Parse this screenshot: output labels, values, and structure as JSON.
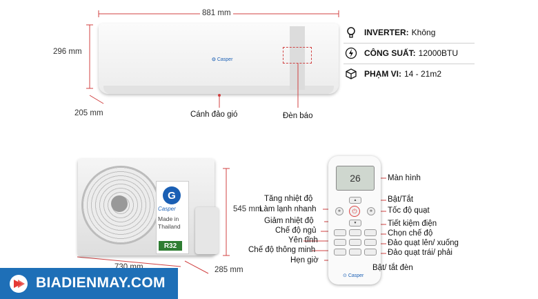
{
  "dimensions": {
    "width_indoor": "881 mm",
    "height_indoor": "296 mm",
    "depth_indoor": "205 mm",
    "height_outdoor": "545 mm",
    "width_outdoor": "730 mm",
    "depth_outdoor": "285 mm"
  },
  "indoor_labels": {
    "vane": "Cánh đảo gió",
    "indicator": "Đèn báo"
  },
  "specs": [
    {
      "key": "INVERTER:",
      "value": "Không",
      "icon": "bulb-icon"
    },
    {
      "key": "CÔNG SUẤT:",
      "value": "12000BTU",
      "icon": "lightning-icon"
    },
    {
      "key": "PHẠM VI:",
      "value": "14 - 21m2",
      "icon": "cube-icon"
    }
  ],
  "outdoor": {
    "brand": "Casper",
    "origin": "Made in Thailand",
    "refrigerant": "R32",
    "logo_letter": "G"
  },
  "indoor_brand": "Casper",
  "remote": {
    "screen_text": "26",
    "brand": "Casper",
    "left_labels": [
      "Tăng nhiệt độ",
      "Làm lạnh nhanh",
      "Giảm nhiệt độ",
      "Chế độ ngủ",
      "Yên tĩnh",
      "Chế độ thông minh",
      "Hẹn giờ"
    ],
    "right_labels": [
      "Màn hình",
      "Bật/Tắt",
      "Tốc độ quạt",
      "Tiết kiệm điện",
      "Chọn chế độ",
      "Đảo quạt lên/ xuống",
      "Đảo quạt trái/ phải",
      "Bật/ tắt đèn"
    ]
  },
  "banner": {
    "text": "BIADIENMAY.COM",
    "color": "#1e6fb7"
  }
}
